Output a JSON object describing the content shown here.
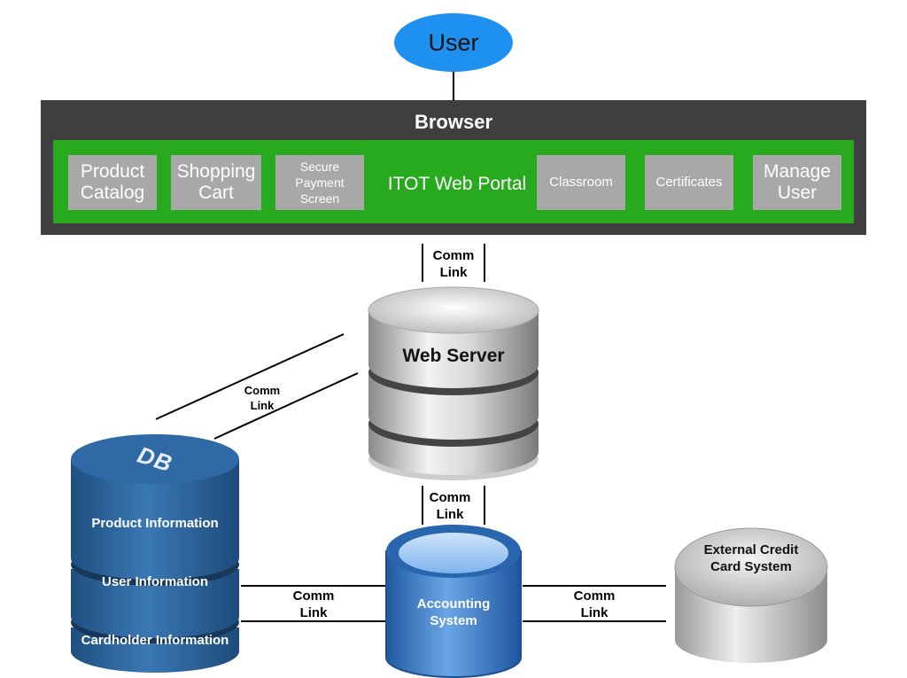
{
  "user": {
    "label": "User"
  },
  "browser": {
    "title": "Browser",
    "portal_label": "ITOT Web Portal",
    "modules": [
      {
        "label": "Product Catalog"
      },
      {
        "label": "Shopping Cart"
      },
      {
        "label": "Secure Payment Screen"
      },
      {
        "label": "Classroom"
      },
      {
        "label": "Certificates"
      },
      {
        "label": "Manage User"
      }
    ]
  },
  "links": {
    "browser_web": "Comm Link",
    "web_db": "Comm Link",
    "web_accounting": "Comm Link",
    "db_accounting": "Comm Link",
    "accounting_credit": "Comm Link"
  },
  "web_server": {
    "label": "Web Server"
  },
  "db": {
    "logo": "DB",
    "layers": [
      "Product Information",
      "User Information",
      "Cardholder Information"
    ]
  },
  "accounting": {
    "label": "Accounting System"
  },
  "credit_card": {
    "label": "External Credit Card System"
  },
  "colors": {
    "user_oval": "#1e90ef",
    "browser_bg": "#3f3f3f",
    "portal_bg": "#27aa1e",
    "module_bg": "#a8a8a8",
    "db_blue": "#2c6499",
    "accounting_blue": "#2e73c2"
  }
}
